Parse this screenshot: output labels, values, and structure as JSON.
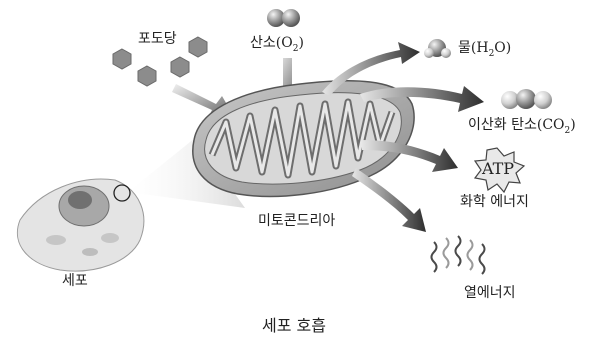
{
  "labels": {
    "glucose": "포도당",
    "oxygen_text": "산소",
    "oxygen_formula_pre": "(O",
    "oxygen_formula_sub": "2",
    "oxygen_formula_post": ")",
    "water_text": "물",
    "water_formula_pre": "(H",
    "water_formula_sub": "2",
    "water_formula_post": "O)",
    "co2_text": "이산화 탄소",
    "co2_formula_pre": "(CO",
    "co2_formula_sub": "2",
    "co2_formula_post": ")",
    "atp_badge": "ATP",
    "chemical_energy": "화학 에너지",
    "mitochondria": "미토콘드리아",
    "cell": "세포",
    "heat_energy": "열에너지",
    "caption": "세포 호흡"
  },
  "colors": {
    "arrow_dark": "#3a3a3a",
    "arrow_light": "#bdbdbd",
    "molecule_gray": "#8c8c8c",
    "mito_outer": "#a9a9a9",
    "mito_inner": "#d9d9d9"
  }
}
